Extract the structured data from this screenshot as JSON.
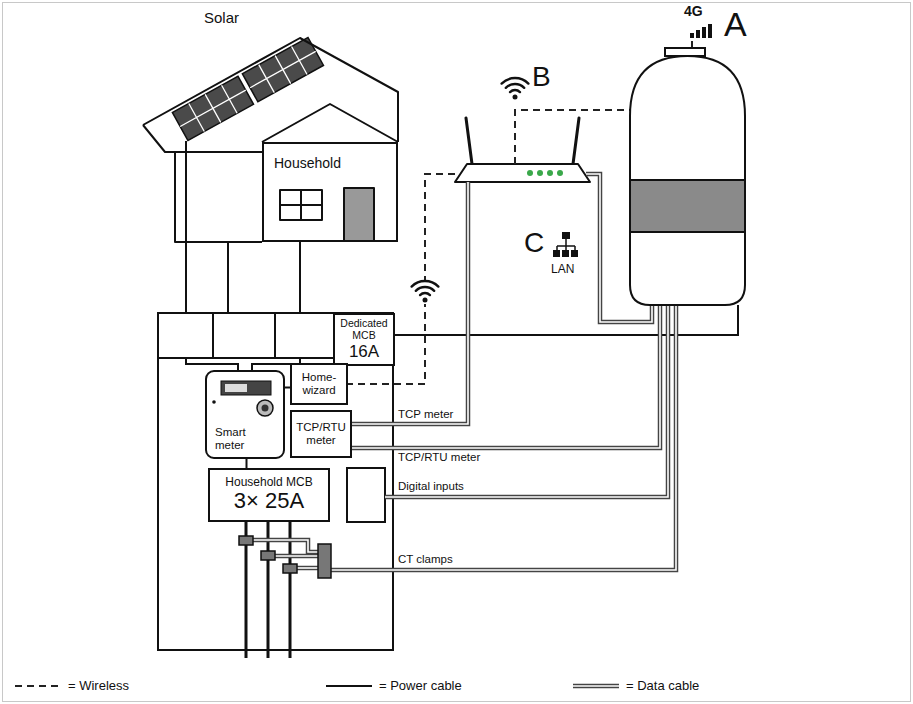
{
  "diagram": {
    "nodes": [
      {
        "text": [
          "Household"
        ]
      },
      {
        "text": [
          "Dedicated MCB",
          "16A"
        ]
      },
      {
        "text": [
          "Smart meter"
        ]
      },
      {
        "text": [
          "Home- wizard"
        ]
      },
      {
        "text": [
          "TCP/RTU meter"
        ]
      },
      {
        "text": [
          "Household MCB",
          "3× 25A"
        ]
      }
    ],
    "edges": [
      {
        "from": 2,
        "to": 3,
        "arrow": "none"
      },
      {
        "from": 2,
        "to": 5,
        "arrow": "none"
      }
    ],
    "labels": [
      "Solar",
      "4G",
      "A",
      "B",
      "C",
      "LAN",
      "TCP meter",
      "TCP/RTU meter",
      "Digital inputs",
      "CT clamps"
    ],
    "legend": [
      {
        "text": "= Wireless"
      },
      {
        "text": "= Power cable"
      },
      {
        "text": "= Data cable"
      }
    ]
  }
}
